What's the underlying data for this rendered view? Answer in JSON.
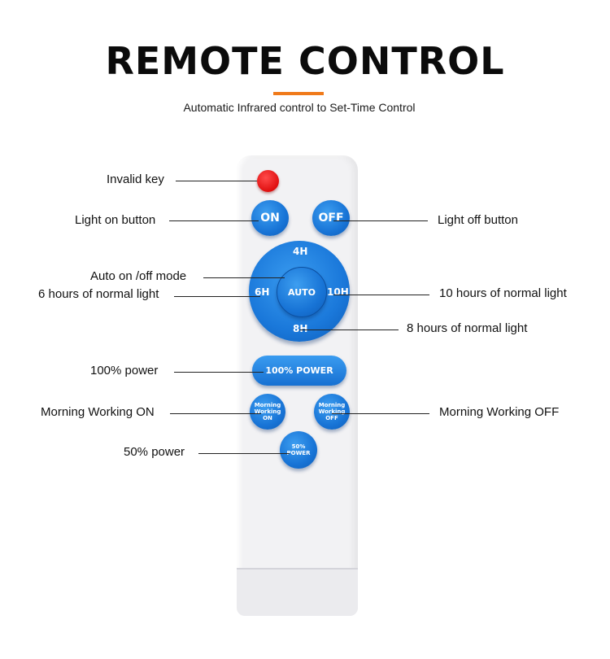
{
  "header": {
    "title": "REMOTE CONTROL",
    "subtitle": "Automatic Infrared control to Set-Time Control",
    "accent_color": "#f07a1a"
  },
  "remote": {
    "buttons": {
      "on": "ON",
      "off": "OFF",
      "h4": "4H",
      "h6": "6H",
      "h8": "8H",
      "h10": "10H",
      "auto": "AUTO",
      "power100": "100% POWER",
      "morning_on": [
        "Morning",
        "Working",
        "ON"
      ],
      "morning_off": [
        "Morning",
        "Working",
        "OFF"
      ],
      "power50": "50% POWER"
    },
    "colors": {
      "button_blue": "#1874d6",
      "invalid_key_red": "#e01010",
      "body": "#f2f2f4"
    }
  },
  "callouts": {
    "invalid_key": "Invalid key",
    "light_on": "Light on button",
    "light_off": "Light off button",
    "auto_mode": "Auto on /off mode",
    "six_hours": "6 hours of normal light",
    "ten_hours": "10 hours of normal light",
    "eight_hours": "8 hours of normal light",
    "power100": "100% power",
    "morning_on": "Morning Working ON",
    "morning_off": "Morning Working OFF",
    "power50": "50% power"
  }
}
